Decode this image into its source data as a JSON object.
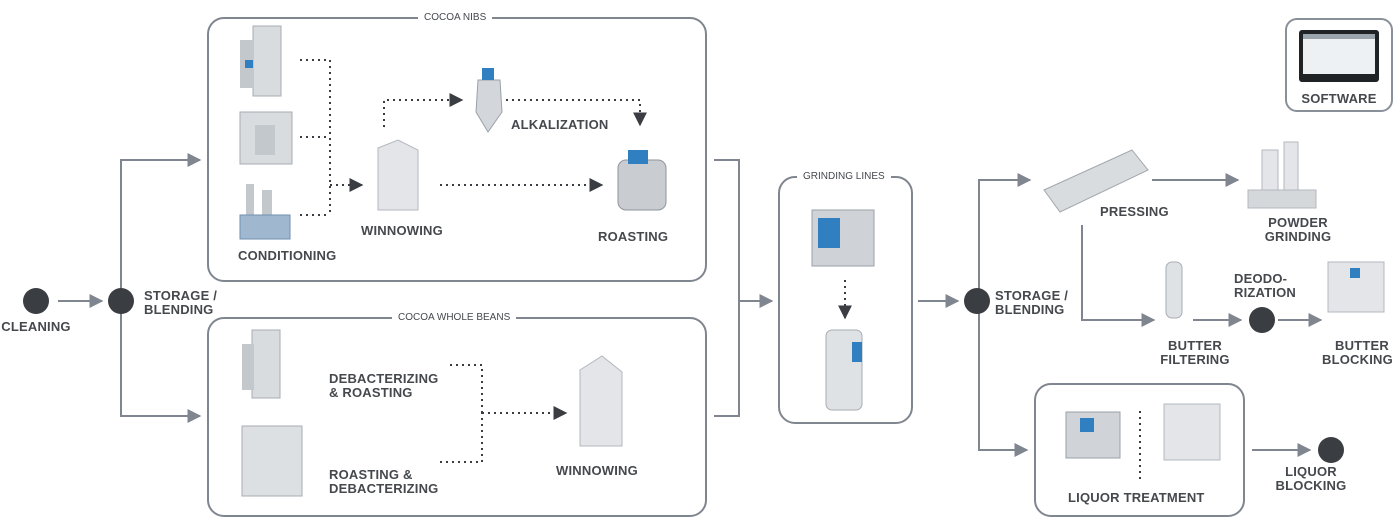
{
  "colors": {
    "line": "#80868f",
    "text": "#45484d",
    "node": "#3a3d42",
    "accent": "#2f7fc1"
  },
  "panels": {
    "nibs_title": "COCOA NIBS",
    "whole_title": "COCOA WHOLE BEANS",
    "grinding_title": "GRINDING LINES"
  },
  "nodes": {
    "cleaning": "CLEANING",
    "storage_1_line1": "STORAGE /",
    "storage_1_line2": "BLENDING",
    "storage_2_line1": "STORAGE /",
    "storage_2_line2": "BLENDING",
    "deodo_line1": "DEODO-",
    "deodo_line2": "RIZATION",
    "liquor_blocking_line1": "LIQUOR",
    "liquor_blocking_line2": "BLOCKING"
  },
  "steps": {
    "alkalization": "ALKALIZATION",
    "conditioning": "CONDITIONING",
    "winnowing_nibs": "WINNOWING",
    "roasting": "ROASTING",
    "debact_roast_line1": "DEBACTERIZING",
    "debact_roast_line2": "& ROASTING",
    "roast_debact_line1": "ROASTING &",
    "roast_debact_line2": "DEBACTERIZING",
    "winnowing_whole": "WINNOWING",
    "pressing": "PRESSING",
    "powder_line1": "POWDER",
    "powder_line2": "GRINDING",
    "butter_filtering_line1": "BUTTER",
    "butter_filtering_line2": "FILTERING",
    "butter_blocking_line1": "BUTTER",
    "butter_blocking_line2": "BLOCKING",
    "liquor_treatment": "LIQUOR TREATMENT",
    "software": "SOFTWARE"
  }
}
